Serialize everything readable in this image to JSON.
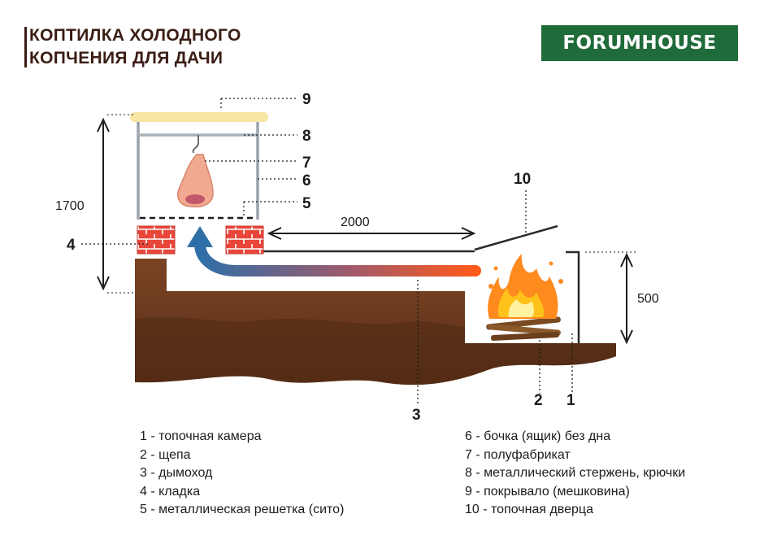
{
  "header": {
    "title_line1": "КОПТИЛКА ХОЛОДНОГО",
    "title_line2": "КОПЧЕНИЯ ДЛЯ ДАЧИ",
    "logo": "FORUMHOUSE"
  },
  "callouts": [
    "9",
    "8",
    "7",
    "6",
    "5",
    "4",
    "10",
    "3",
    "2",
    "1"
  ],
  "dimensions": {
    "height": "1700",
    "length": "2000",
    "depth": "500"
  },
  "legend_left": [
    "1 - топочная камера",
    "2 - щепа",
    "3 - дымоход",
    "4 - кладка",
    "5 - металлическая решетка (сито)"
  ],
  "legend_right": [
    "6 - бочка (ящик) без дна",
    "7 - полуфабрикат",
    "8 - металлический стержень, крючки",
    "9 - покрывало (мешковина)",
    "10 - топочная дверца"
  ],
  "colors": {
    "soil": "#6b3a1e",
    "soil_dark": "#4e2a14",
    "brick": "#e8463a",
    "fire": "#ff8a1e",
    "smoke_start": "#2f6fa8",
    "smoke_end": "#ff5a1a",
    "cover": "#f6e6a4",
    "logo_bg": "#1f6b3a"
  }
}
